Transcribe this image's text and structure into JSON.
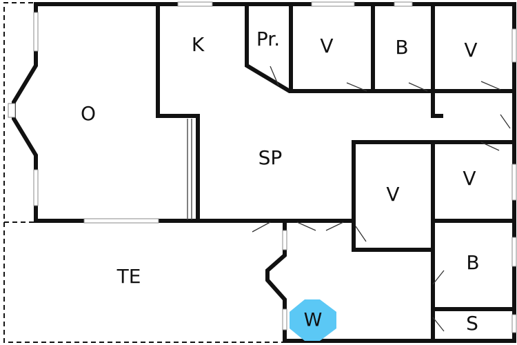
{
  "rooms": {
    "o": "O",
    "k": "K",
    "pr": "Pr.",
    "v1": "V",
    "b1": "B",
    "v2": "V",
    "sp": "SP",
    "v3": "V",
    "v4": "V",
    "b2": "B",
    "s": "S",
    "te": "TE"
  },
  "marker": {
    "label": "W",
    "color": "#5bc8f5",
    "shape": "octagon"
  }
}
